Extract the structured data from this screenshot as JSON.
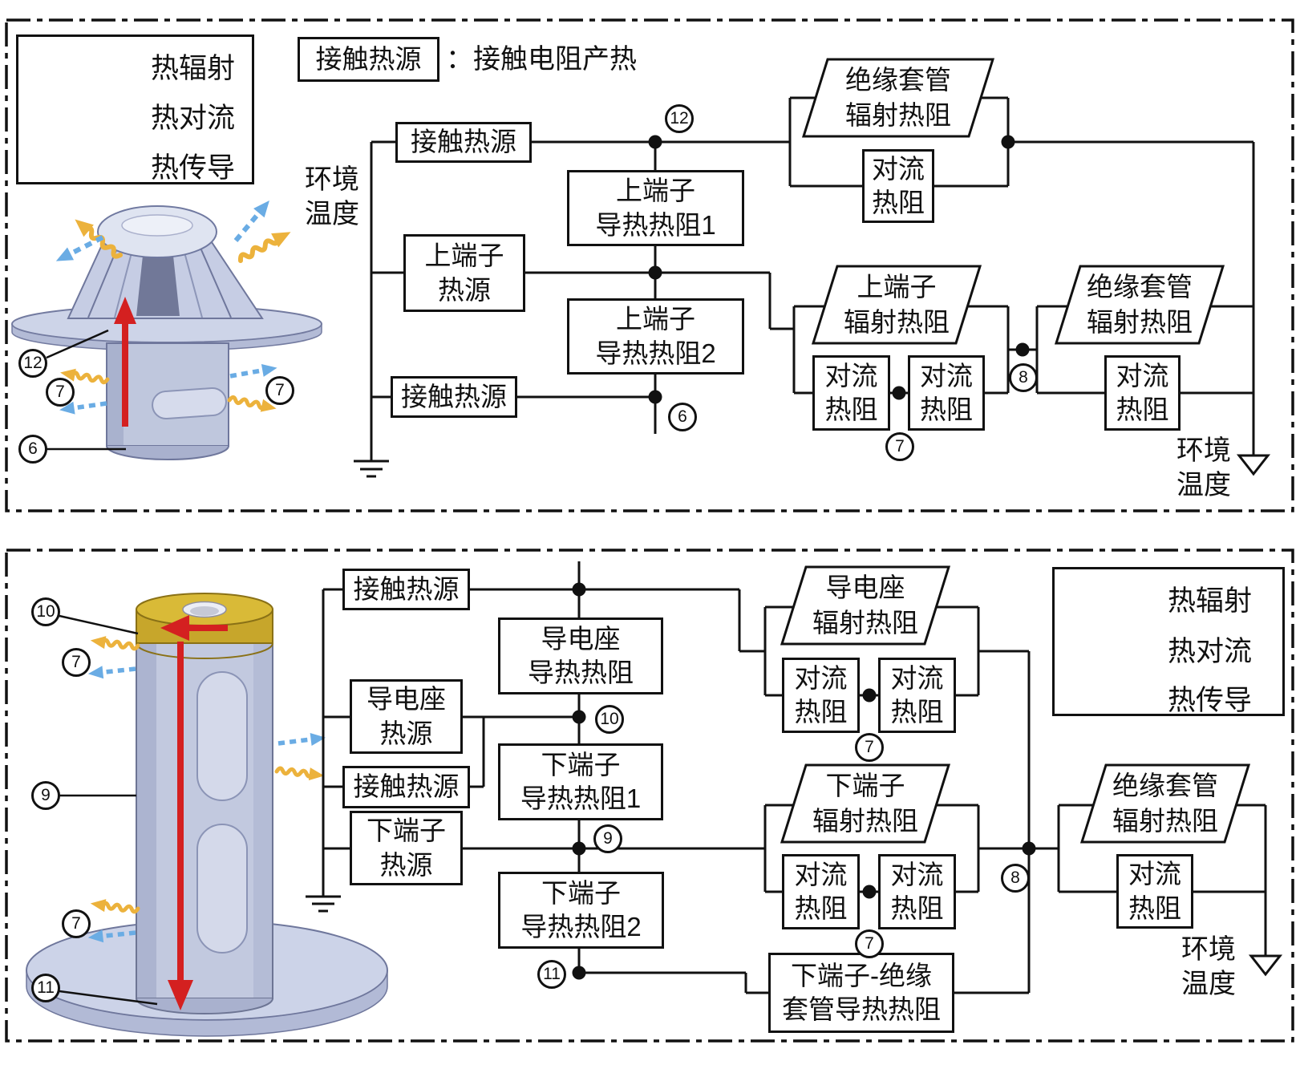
{
  "legend": {
    "radiation": "热辐射",
    "convection": "热对流",
    "conduction": "热传导"
  },
  "colors": {
    "radiation": "#ecb23c",
    "convection": "#6aace4",
    "conduction": "#d42020",
    "line": "#111111",
    "metal": "#c3cadf",
    "gold": "#d9ba37"
  },
  "nodes": {
    "n6": "6",
    "n7": "7",
    "n8": "8",
    "n9": "9",
    "n10": "10",
    "n11": "11",
    "n12": "12"
  },
  "common": {
    "convection_res_line1": "对流",
    "convection_res_line2": "热阻",
    "ambient_line1": "环境",
    "ambient_line2": "温度"
  },
  "top": {
    "title_box": "接触热源",
    "title_note": "：接触电阻产热",
    "source1": "接触热源",
    "source2_line1": "上端子",
    "source2_line2": "热源",
    "source3": "接触热源",
    "cond1_line1": "上端子",
    "cond1_line2": "导热热阻1",
    "cond2_line1": "上端子",
    "cond2_line2": "导热热阻2",
    "rad_sleeve_line1": "绝缘套管",
    "rad_sleeve_line2": "辐射热阻",
    "rad_upper_line1": "上端子",
    "rad_upper_line2": "辐射热阻",
    "rad_sleeve2_line1": "绝缘套管",
    "rad_sleeve2_line2": "辐射热阻"
  },
  "bottom": {
    "source1": "接触热源",
    "source2_line1": "导电座",
    "source2_line2": "热源",
    "source3": "接触热源",
    "source4_line1": "下端子",
    "source4_line2": "热源",
    "cond1_line1": "导电座",
    "cond1_line2": "导热热阻",
    "cond2_line1": "下端子",
    "cond2_line2": "导热热阻1",
    "cond3_line1": "下端子",
    "cond3_line2": "导热热阻2",
    "cond4_line1": "下端子-绝缘",
    "cond4_line2": "套管导热热阻",
    "rad_seat_line1": "导电座",
    "rad_seat_line2": "辐射热阻",
    "rad_lower_line1": "下端子",
    "rad_lower_line2": "辐射热阻",
    "rad_sleeve_line1": "绝缘套管",
    "rad_sleeve_line2": "辐射热阻"
  }
}
